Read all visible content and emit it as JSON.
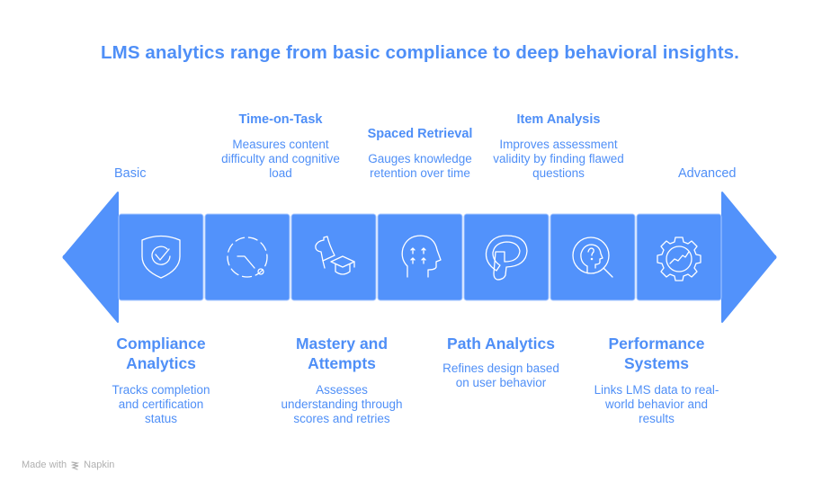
{
  "title": "LMS analytics range from basic compliance to deep behavioral insights.",
  "scale": {
    "start_label": "Basic",
    "end_label": "Advanced"
  },
  "colors": {
    "accent": "#4f8ff7",
    "box_fill": "#5292fb",
    "icon_stroke": "#ffffff",
    "footer": "#b0b0b0"
  },
  "stages": [
    {
      "title": "Compliance Analytics",
      "description": "Tracks completion and certification status",
      "position": "below",
      "icon": "shield-check-icon"
    },
    {
      "title": "Time-on-Task",
      "description": "Measures content difficulty and cognitive load",
      "position": "above",
      "icon": "timer-icon"
    },
    {
      "title": "Mastery and Attempts",
      "description": "Assesses understanding through scores and retries",
      "position": "below",
      "icon": "mastery-graduation-icon"
    },
    {
      "title": "Spaced Retrieval",
      "description": "Gauges knowledge retention over time",
      "position": "above",
      "icon": "head-arrows-icon"
    },
    {
      "title": "Path Analytics",
      "description": "Refines design based on user behavior",
      "position": "below",
      "icon": "path-p-icon"
    },
    {
      "title": "Item Analysis",
      "description": "Improves assessment validity by finding flawed questions",
      "position": "above",
      "icon": "head-question-search-icon"
    },
    {
      "title": "Performance Systems",
      "description": "Links LMS data to real-world behavior and results",
      "position": "below",
      "icon": "gear-chart-icon"
    }
  ],
  "footer": {
    "made_with": "Made with",
    "brand": "Napkin",
    "icon": "napkin-logo-icon"
  }
}
